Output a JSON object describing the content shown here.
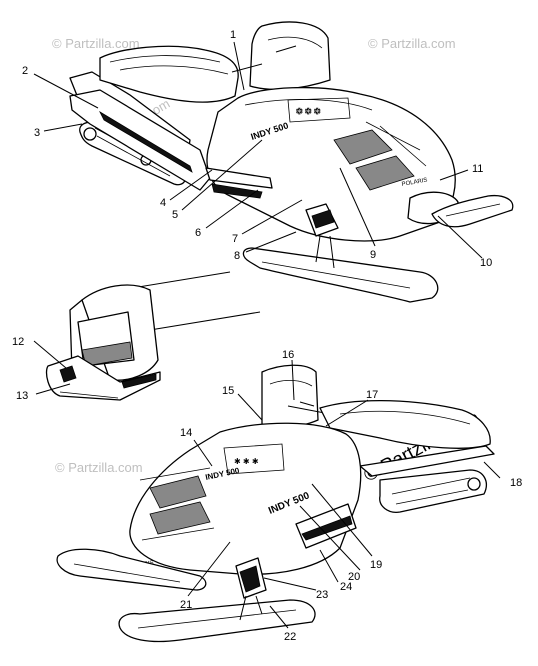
{
  "watermarks": {
    "tl": "© Partzilla.com",
    "mid_left": "© Partzilla.com",
    "tr": "© Partzilla.com",
    "bl": "© Partzilla.com",
    "br": "© Partzilla.com"
  },
  "decals": {
    "model_badge": "INDY 500",
    "brand": "POLARIS"
  },
  "callouts": {
    "n1": "1",
    "n2": "2",
    "n3": "3",
    "n4": "4",
    "n5": "5",
    "n6": "6",
    "n7": "7",
    "n8": "8",
    "n9": "9",
    "n10": "10",
    "n11": "11",
    "n12": "12",
    "n13": "13",
    "n14": "14",
    "n15": "15",
    "n16": "16",
    "n17": "17",
    "n18": "18",
    "n19": "19",
    "n20": "20",
    "n21": "21",
    "n22": "22",
    "n23": "23",
    "n24": "24"
  },
  "icons": {
    "top_sled": "snowmobile-top-view-drawing",
    "rear_detail": "snowmobile-rear-detail-drawing",
    "bottom_sled": "snowmobile-side-view-drawing"
  }
}
